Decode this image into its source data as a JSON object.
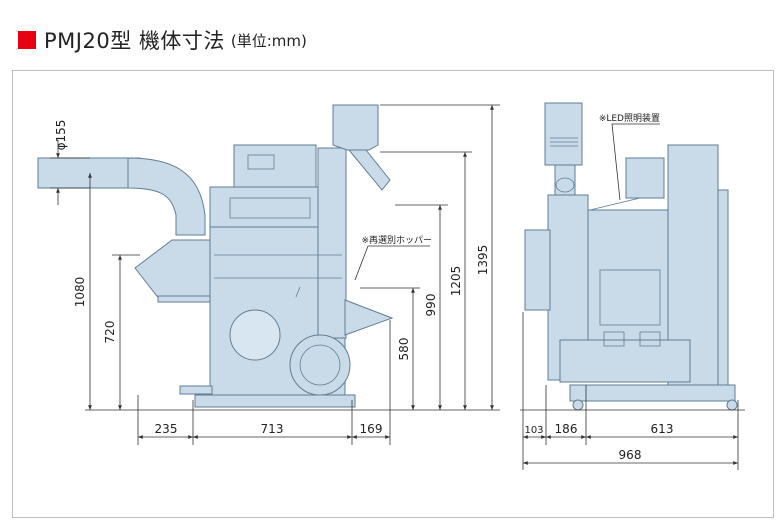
{
  "title": {
    "main": "PMJ20型 機体寸法",
    "unit": "(単位:mm)",
    "marker_color": "#e60012"
  },
  "colors": {
    "body_fill": "#c9dbe9",
    "body_stroke": "#5f7d95",
    "dim_line": "#333333"
  },
  "dimensions": {
    "pipe_diameter": "φ155",
    "h_1080": "1080",
    "h_720": "720",
    "h_580": "580",
    "h_990": "990",
    "h_1205": "1205",
    "h_1395": "1395",
    "w_235": "235",
    "w_713": "713",
    "w_169": "169",
    "w_103": "103",
    "w_186": "186",
    "w_613": "613",
    "w_968": "968"
  },
  "notes": {
    "hopper": "※再選別ホッパー",
    "led": "※LED照明装置"
  }
}
